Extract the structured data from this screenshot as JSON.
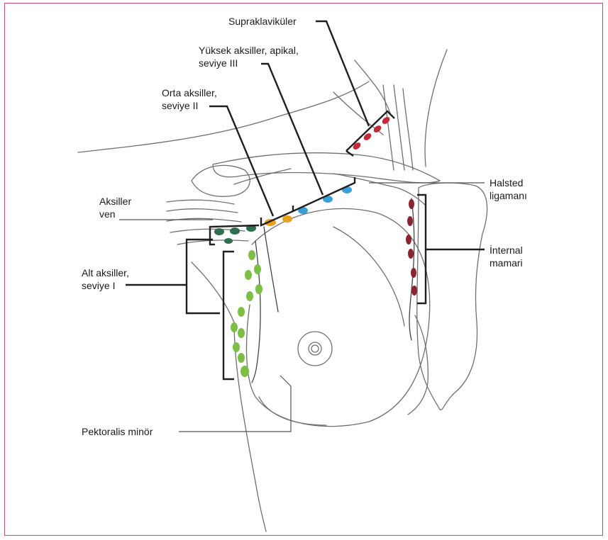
{
  "colors": {
    "frame": "#c0506a",
    "outline": "#6f6f6f",
    "leader": "#1f1f1f",
    "node_supraclavicular": "#c22a3a",
    "node_level3": "#3a9fd8",
    "node_level2": "#e5a21e",
    "node_vein": "#2f6e4e",
    "node_level1": "#7bbf45",
    "node_internal_mammary": "#8b2430"
  },
  "labels": {
    "supraclavicular": "Supraklaviküler",
    "high_axillary_line1": "Yüksek aksiller, apikal,",
    "high_axillary_line2": "seviye III",
    "mid_axillary_line1": "Orta aksiller,",
    "mid_axillary_line2": "seviye II",
    "axillary_vein_line1": "Aksiller",
    "axillary_vein_line2": "ven",
    "low_axillary_line1": "Alt aksiller,",
    "low_axillary_line2": "seviye I",
    "pectoralis_minor": "Pektoralis minör",
    "halsted_line1": "Halsted",
    "halsted_line2": "ligamanı",
    "internal_mammary_line1": "İnternal",
    "internal_mammary_line2": "mamari"
  }
}
